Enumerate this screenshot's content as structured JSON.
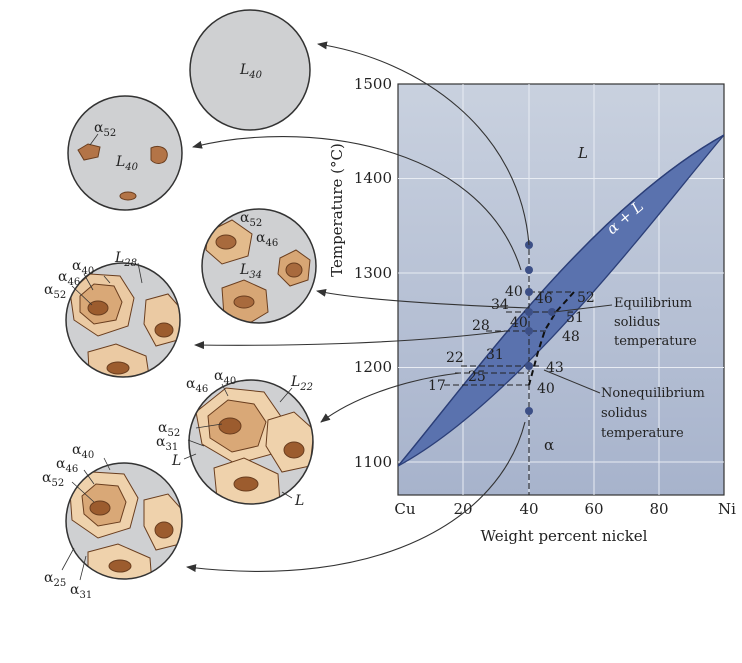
{
  "axes": {
    "ylabel": "Temperature (°C)",
    "xlabel": "Weight percent nickel",
    "yticks": [
      "1100",
      "1200",
      "1300",
      "1400",
      "1500"
    ],
    "xticks": [
      "Cu",
      "20",
      "40",
      "60",
      "80",
      "Ni"
    ]
  },
  "regions": {
    "liquid": "L",
    "two_phase": "α + L",
    "solid": "α"
  },
  "tie_numbers": {
    "n40_top": "40",
    "n46": "46",
    "n52": "52",
    "n34": "34",
    "n51": "51",
    "n28": "28",
    "n40_mid": "40",
    "n48": "48",
    "n22": "22",
    "n31": "31",
    "n43": "43",
    "n17": "17",
    "n25": "25",
    "n40_bot": "40"
  },
  "annotations": {
    "equilibrium": [
      "Equilibrium",
      "solidus",
      "temperature"
    ],
    "nonequilibrium": [
      "Nonequilibrium",
      "solidus",
      "temperature"
    ]
  },
  "microstructures": {
    "c1": {
      "L_base": "L",
      "L_sub": "40"
    },
    "c2": {
      "a_base": "α",
      "a_sub": "52",
      "L_base": "L",
      "L_sub": "40"
    },
    "c3": {
      "a52_base": "α",
      "a52_sub": "52",
      "a46_base": "α",
      "a46_sub": "46",
      "L_base": "L",
      "L_sub": "34"
    },
    "c4": {
      "a40_base": "α",
      "a40_sub": "40",
      "a46_base": "α",
      "a46_sub": "46",
      "a52_base": "α",
      "a52_sub": "52",
      "L_base": "L",
      "L_sub": "28"
    },
    "c5": {
      "a46_base": "α",
      "a46_sub": "46",
      "a40_base": "α",
      "a40_sub": "40",
      "L22_base": "L",
      "L22_sub": "22",
      "a52_base": "α",
      "a52_sub": "52",
      "a31_base": "α",
      "a31_sub": "31",
      "L_a": "L",
      "L_b": "L"
    },
    "c6": {
      "a40_base": "α",
      "a40_sub": "40",
      "a46_base": "α",
      "a46_sub": "46",
      "a52_base": "α",
      "a52_sub": "52",
      "a25_base": "α",
      "a25_sub": "25",
      "a31_base": "α",
      "a31_sub": "31"
    }
  },
  "colors": {
    "plot_bg": "#a9b6ce",
    "lens": "#5a72ae",
    "circle_bg": "#cfd0d2",
    "grain_outer": "#e8c7a0",
    "grain_mid": "#d19e6e",
    "grain_core": "#9c5c2e",
    "arrow": "#333333"
  }
}
